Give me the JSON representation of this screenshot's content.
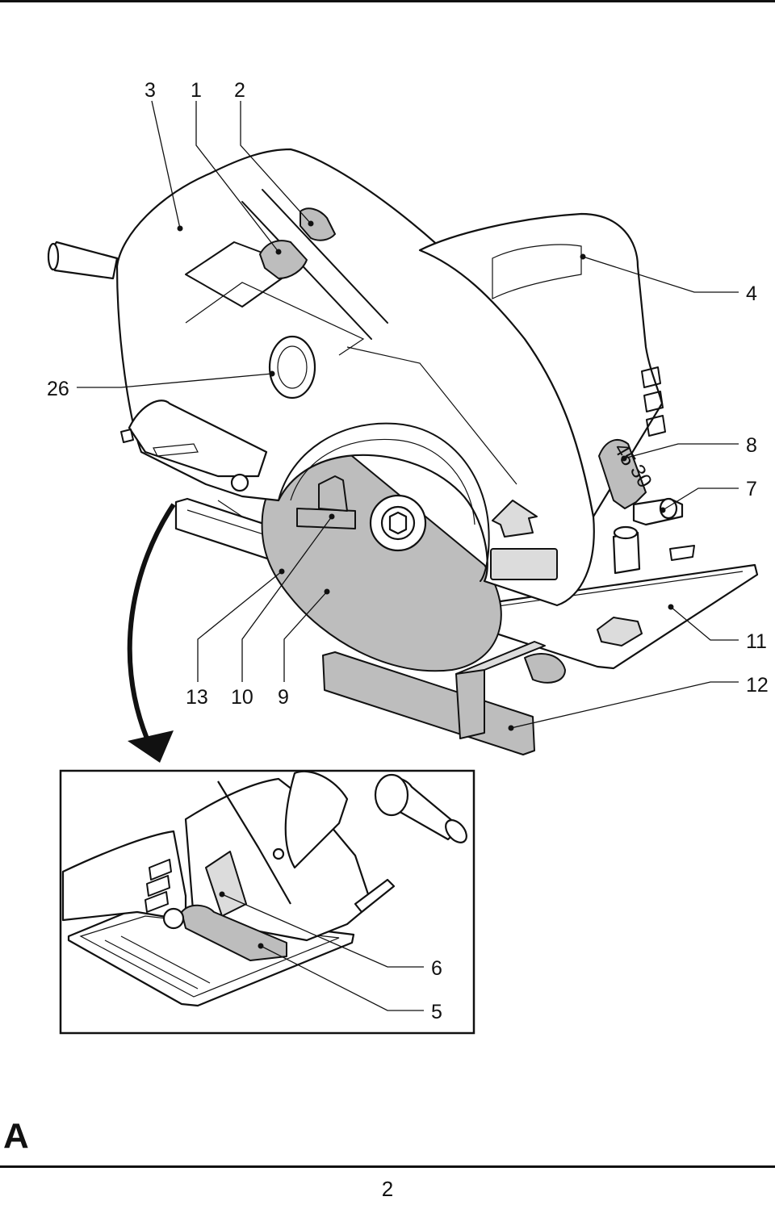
{
  "callouts": {
    "c3": "3",
    "c1": "1",
    "c2": "2",
    "c4": "4",
    "c26": "26",
    "c8": "8",
    "c7": "7",
    "c11": "11",
    "c12": "12",
    "c13": "13",
    "c10": "10",
    "c9": "9",
    "c6": "6",
    "c5": "5"
  },
  "scale_marks": {
    "m45": "45",
    "m30": "30"
  },
  "figure_letter": "A",
  "page_number": "2"
}
